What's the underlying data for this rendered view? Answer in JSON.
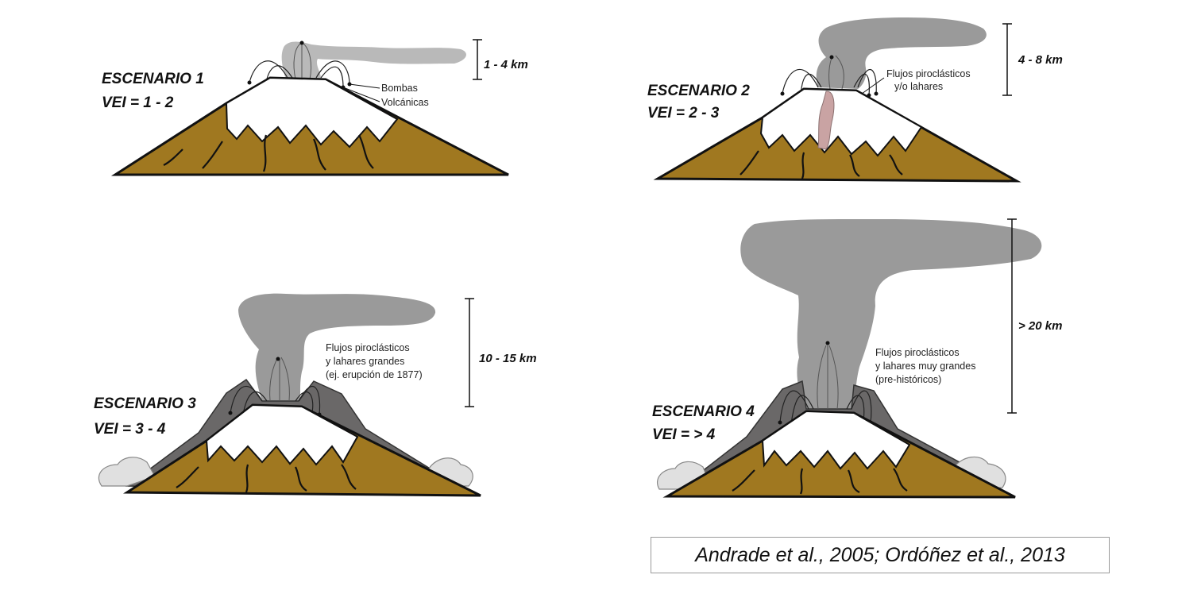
{
  "scenarios": [
    {
      "title": "ESCENARIO 1",
      "vei": "VEI = 1 - 2",
      "height_range": "1 - 4 km",
      "notes": [
        "Bombas",
        "Volcánicas"
      ]
    },
    {
      "title": "ESCENARIO 2",
      "vei": "VEI = 2 - 3",
      "height_range": "4 - 8 km",
      "notes": [
        "Flujos piroclásticos",
        "y/o lahares"
      ]
    },
    {
      "title": "ESCENARIO 3",
      "vei": "VEI = 3 - 4",
      "height_range": "10 - 15 km",
      "notes": [
        "Flujos piroclásticos",
        "y lahares grandes",
        "(ej. erupción de 1877)"
      ]
    },
    {
      "title": "ESCENARIO 4",
      "vei": "VEI = > 4",
      "height_range": "> 20 km",
      "notes": [
        "Flujos piroclásticos",
        "y lahares muy grandes",
        "(pre-históricos)"
      ]
    }
  ],
  "citation": "Andrade et al., 2005; Ordóñez et al., 2013",
  "colors": {
    "ash_plume": "#9a9a9a",
    "ash_plume_light": "#b9b9b9",
    "snow": "#ffffff",
    "volcano_body": "#a07820",
    "pyroclastic_flow": "#6a6868",
    "lahar": "#c9a3a3",
    "debris": "#e0e0e0",
    "outline": "#111111"
  }
}
